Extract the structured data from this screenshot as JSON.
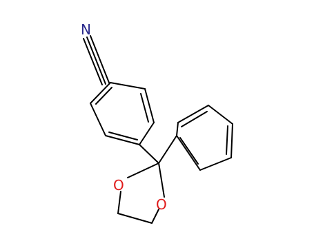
{
  "molecule": {
    "atoms": [
      {
        "id": "N",
        "label": "N",
        "color": "#2a2a8c"
      },
      {
        "id": "O1",
        "label": "O",
        "color": "#e01b1b"
      },
      {
        "id": "O2",
        "label": "O",
        "color": "#e01b1b"
      }
    ]
  },
  "colors": {
    "bond": "#000000",
    "nitrogen": "#2a2a8c",
    "oxygen": "#e01b1b",
    "background": "#ffffff"
  }
}
